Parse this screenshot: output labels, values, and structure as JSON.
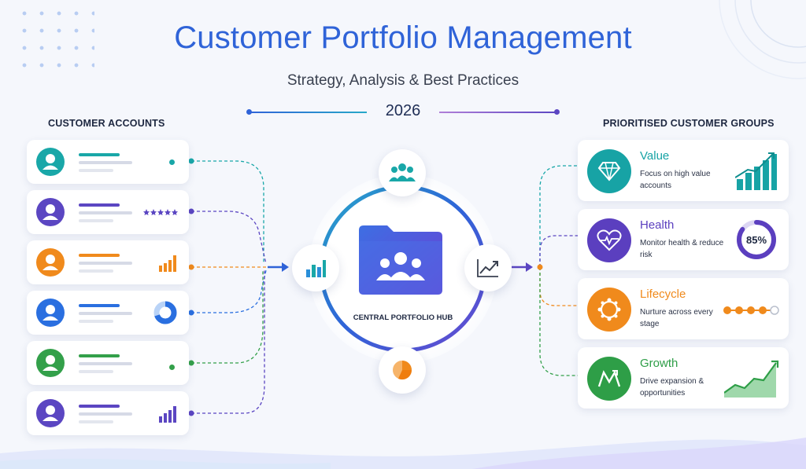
{
  "header": {
    "title": "Customer Portfolio Management",
    "subtitle": "Strategy, Analysis & Best Practices",
    "year": "2026"
  },
  "left_panel": {
    "heading": "CUSTOMER ACCOUNTS",
    "accounts": [
      {
        "color": "#19a7a8",
        "indicator": "dot-icon"
      },
      {
        "color": "#5b46c2",
        "indicator": "stars-icon"
      },
      {
        "color": "#f08a1c",
        "indicator": "bar-chart-icon"
      },
      {
        "color": "#2a6fe0",
        "indicator": "donut-chart-icon"
      },
      {
        "color": "#33a04a",
        "indicator": "dot-icon"
      },
      {
        "color": "#5b46c2",
        "indicator": "bar-chart-icon"
      }
    ]
  },
  "hub": {
    "label": "CENTRAL PORTFOLIO HUB",
    "icons": [
      "team-icon",
      "bar-chart-icon",
      "trend-up-icon",
      "pie-chart-icon",
      "folder-team-icon"
    ]
  },
  "right_panel": {
    "heading": "PRIORITISED CUSTOMER GROUPS",
    "groups": [
      {
        "name": "Value",
        "desc": "Focus on high value accounts",
        "color": "#17a3a5",
        "icon": "diamond-icon",
        "indicator": "bar-chart-icon"
      },
      {
        "name": "Health",
        "desc": "Monitor health & reduce risk",
        "color": "#5b3fbf",
        "icon": "heartbeat-icon",
        "indicator": "progress-ring-icon",
        "value": "85%",
        "progress": 0.85
      },
      {
        "name": "Lifecycle",
        "desc": "Nurture across every stage",
        "color": "#f08a1c",
        "icon": "cycle-icon",
        "indicator": "stage-dots-icon",
        "stages_done": 4,
        "stages_total": 5
      },
      {
        "name": "Growth",
        "desc": "Drive expansion & opportunities",
        "color": "#2e9e47",
        "icon": "growth-icon",
        "indicator": "area-chart-icon"
      }
    ]
  }
}
